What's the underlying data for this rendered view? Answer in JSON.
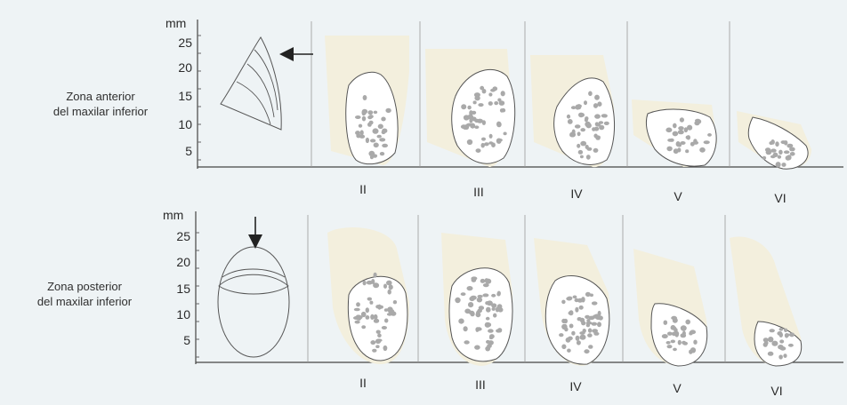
{
  "anterior": {
    "label_line1": "Zona anterior",
    "label_line2": "del maxilar inferior",
    "unit": "mm",
    "ticks": [
      "25",
      "20",
      "15",
      "10",
      "5"
    ],
    "classes": [
      "II",
      "III",
      "IV",
      "V",
      "VI"
    ]
  },
  "posterior": {
    "label_line1": "Zona posterior",
    "label_line2": "del maxilar inferior",
    "unit": "mm",
    "ticks": [
      "25",
      "20",
      "15",
      "10",
      "5"
    ],
    "classes": [
      "II",
      "III",
      "IV",
      "V",
      "VI"
    ]
  },
  "colors": {
    "background": "#eef3f5",
    "cortical_fill": "#f3efdd",
    "cancellous_fill": "#ffffff",
    "trabecula_fill": "#a9a9a9",
    "outline": "#555555"
  },
  "icons": {
    "anterior_arrow": "arrow-left-icon",
    "posterior_arrow": "arrow-down-icon"
  }
}
